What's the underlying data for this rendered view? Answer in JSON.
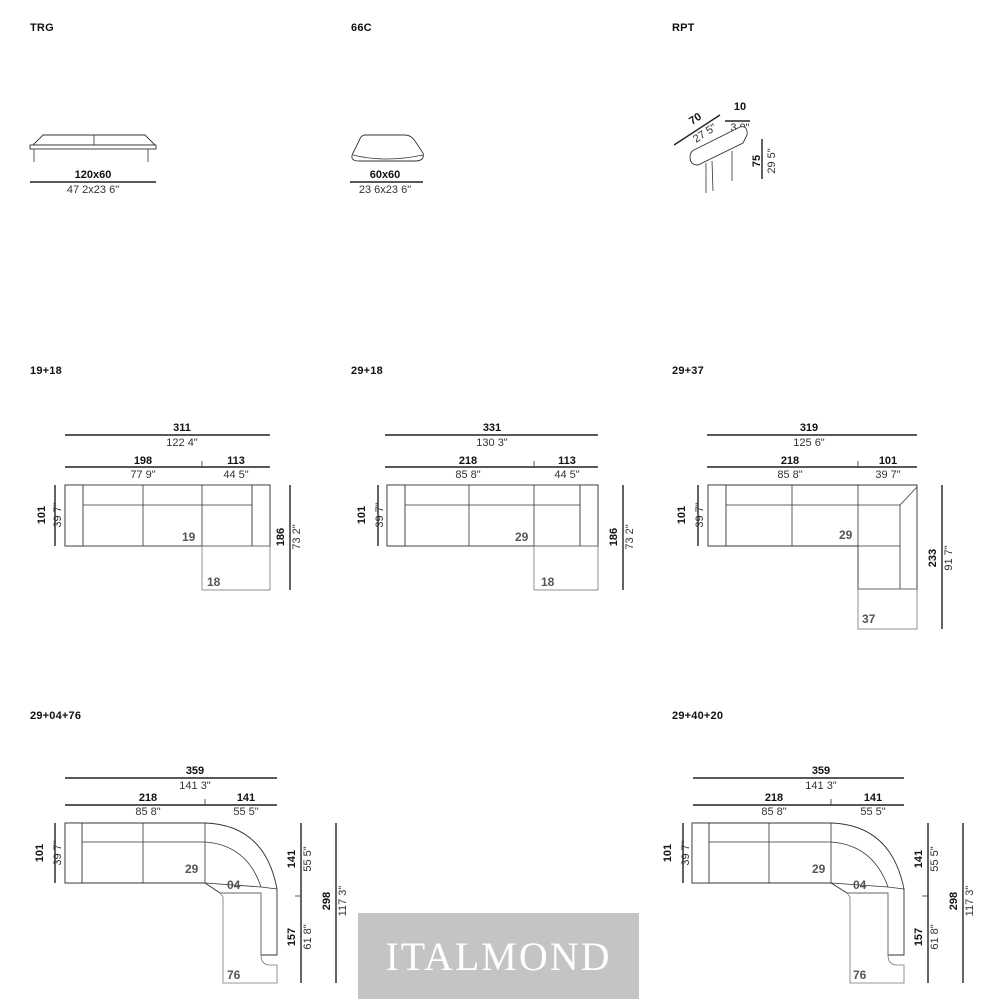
{
  "items": {
    "trg": {
      "code": "TRG",
      "dim": "120x60",
      "imperial": "47 2x23 6\""
    },
    "c66": {
      "code": "66C",
      "dim": "60x60",
      "imperial": "23 6x23 6\""
    },
    "rpt": {
      "code": "RPT",
      "depth": "70",
      "depth_in": "27 5\"",
      "width": "10",
      "width_in": "3 9\"",
      "height": "75",
      "height_in": "29 5\""
    }
  },
  "sofas": {
    "s1918": {
      "code": "19+18",
      "total": "311",
      "total_in": "122 4\"",
      "left": "198",
      "left_in": "77 9\"",
      "right": "113",
      "right_in": "44 5\"",
      "depth": "101",
      "depth_in": "39 7\"",
      "full": "186",
      "full_in": "73 2\"",
      "mod_a": "19",
      "mod_b": "18"
    },
    "s2918": {
      "code": "29+18",
      "total": "331",
      "total_in": "130 3\"",
      "left": "218",
      "left_in": "85 8\"",
      "right": "113",
      "right_in": "44 5\"",
      "depth": "101",
      "depth_in": "39 7\"",
      "full": "186",
      "full_in": "73 2\"",
      "mod_a": "29",
      "mod_b": "18"
    },
    "s2937": {
      "code": "29+37",
      "total": "319",
      "total_in": "125 6\"",
      "left": "218",
      "left_in": "85 8\"",
      "right": "101",
      "right_in": "39 7\"",
      "depth": "101",
      "depth_in": "39 7\"",
      "full": "233",
      "full_in": "91 7\"",
      "mod_a": "29",
      "mod_b": "37"
    },
    "s290476": {
      "code": "29+04+76",
      "total": "359",
      "total_in": "141 3\"",
      "left": "218",
      "left_in": "85 8\"",
      "right": "141",
      "right_in": "55 5\"",
      "depth": "101",
      "depth_in": "39 7\"",
      "upper": "141",
      "upper_in": "55 5\"",
      "lower": "157",
      "lower_in": "61 8\"",
      "full": "298",
      "full_in": "117 3\"",
      "mod_a": "29",
      "mod_b": "04",
      "mod_c": "76"
    },
    "s294020": {
      "code": "29+40+20",
      "total": "359",
      "total_in": "141 3\"",
      "left": "218",
      "left_in": "85 8\"",
      "right": "141",
      "right_in": "55 5\"",
      "depth": "101",
      "depth_in": "39 7\"",
      "upper": "141",
      "upper_in": "55 5\"",
      "lower": "157",
      "lower_in": "61 8\"",
      "full": "298",
      "full_in": "117 3\"",
      "mod_a": "29",
      "mod_b": "04",
      "mod_c": "76"
    }
  },
  "watermark": "ITALMOND"
}
